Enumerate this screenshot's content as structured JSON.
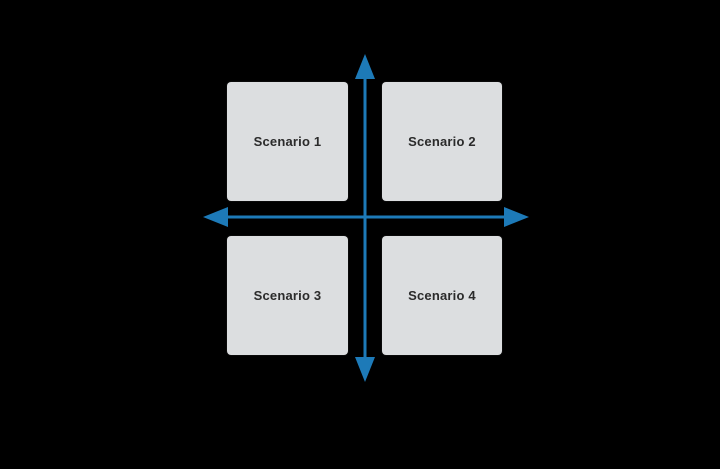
{
  "diagram": {
    "kind": "scenario-matrix",
    "quadrants": [
      {
        "label": "Scenario 1"
      },
      {
        "label": "Scenario 2"
      },
      {
        "label": "Scenario 3"
      },
      {
        "label": "Scenario 4"
      }
    ],
    "colors": {
      "background": "#000000",
      "axis_blue": "#1d7ab8",
      "box_fill": "#dcdee0",
      "label_text": "#2b2b2b"
    }
  }
}
